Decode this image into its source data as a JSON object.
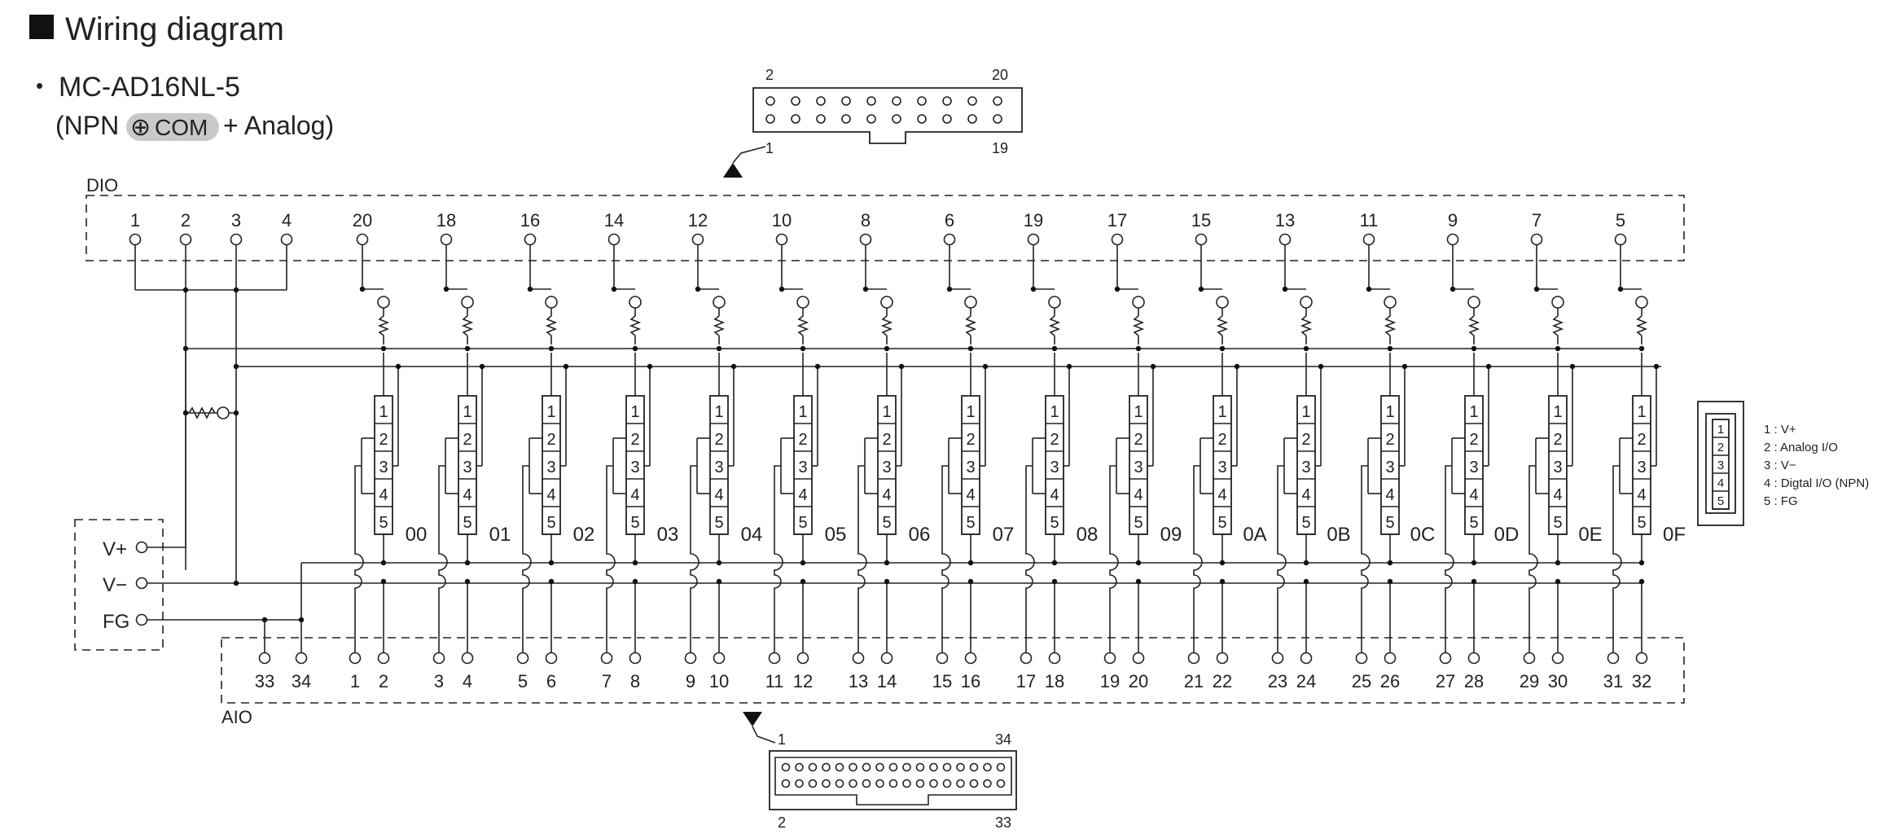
{
  "title": "Wiring diagram",
  "model": {
    "bullet": "•",
    "name": "MC-AD16NL-5",
    "open": "(NPN ",
    "com_symbol": "⊕",
    "com_text": "COM",
    "close": " + Analog)"
  },
  "dio": {
    "label": "DIO",
    "terminal_labels": [
      "1",
      "2",
      "3",
      "4",
      "20",
      "18",
      "16",
      "14",
      "12",
      "10",
      "8",
      "6",
      "19",
      "17",
      "15",
      "13",
      "11",
      "9",
      "7",
      "5"
    ],
    "connector": {
      "top_left": "2",
      "top_right": "20",
      "bottom_left": "1",
      "bottom_right": "19"
    }
  },
  "channels": [
    "00",
    "01",
    "02",
    "03",
    "04",
    "05",
    "06",
    "07",
    "08",
    "09",
    "0A",
    "0B",
    "0C",
    "0D",
    "0E",
    "0F"
  ],
  "module_pins": [
    "1",
    "2",
    "3",
    "4",
    "5"
  ],
  "power": {
    "v_plus": "V+",
    "v_minus": "V−",
    "fg": "FG"
  },
  "aio": {
    "label": "AIO",
    "terminal_labels": [
      "33",
      "34",
      "1",
      "2",
      "3",
      "4",
      "5",
      "6",
      "7",
      "8",
      "9",
      "10",
      "11",
      "12",
      "13",
      "14",
      "15",
      "16",
      "17",
      "18",
      "19",
      "20",
      "21",
      "22",
      "23",
      "24",
      "25",
      "26",
      "27",
      "28",
      "29",
      "30",
      "31",
      "32"
    ],
    "connector": {
      "top_left": "1",
      "top_right": "34",
      "bottom_left": "2",
      "bottom_right": "33"
    }
  },
  "legend": {
    "items": [
      "1 : V+",
      "2 : Analog I/O",
      "3 : V−",
      "4 : Digtal I/O (NPN)",
      "5 : FG"
    ]
  }
}
